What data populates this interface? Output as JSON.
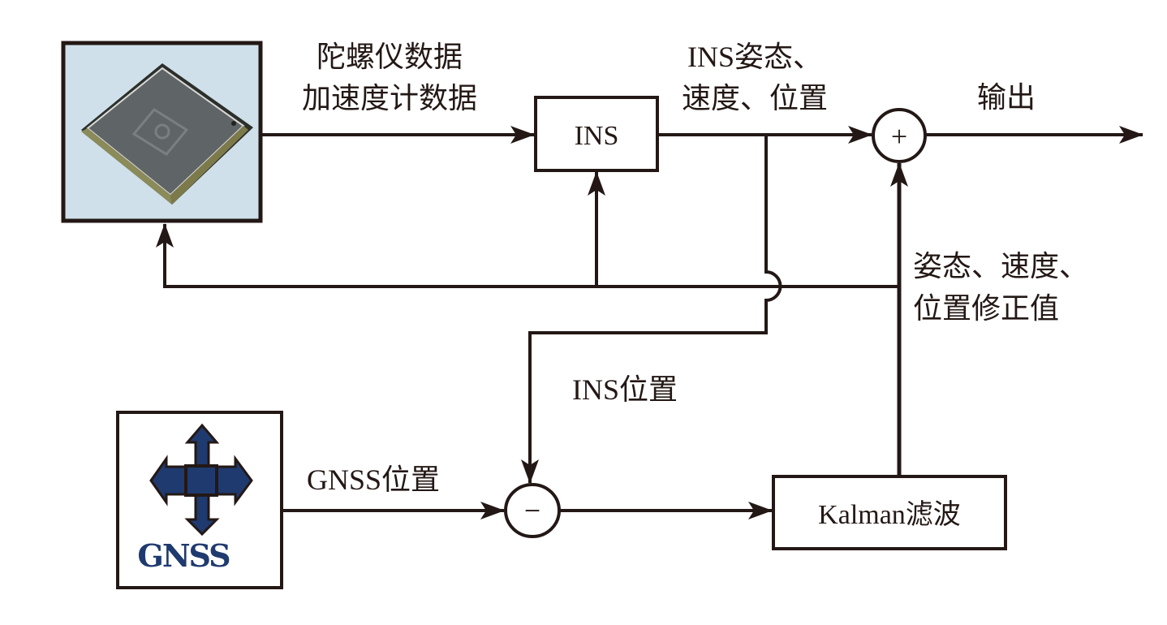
{
  "diagram": {
    "title": "INS/GNSS integrated navigation block diagram",
    "colors": {
      "line": "#231815",
      "gnss_blue": "#1f3a6e",
      "imu_bg": "#cfe0ea",
      "chip_body": "#5f6466"
    },
    "nodes": {
      "imu_image": {
        "label": "",
        "icon": "imu-chip-photo"
      },
      "ins_block": {
        "label": "INS"
      },
      "gnss_block": {
        "label": "GNSS",
        "icon": "four-way-arrow-icon"
      },
      "sum_junction": {
        "symbol": "+"
      },
      "diff_junction": {
        "symbol": "−"
      },
      "kalman_block": {
        "label": "Kalman滤波"
      }
    },
    "edge_labels": {
      "imu_to_ins_line1": "陀螺仪数据",
      "imu_to_ins_line2": "加速度计数据",
      "ins_out_line1": "INS姿态、",
      "ins_out_line2": "速度、位置",
      "output": "输出",
      "ins_position": "INS位置",
      "gnss_position": "GNSS位置",
      "correction_line1": "姿态、速度、",
      "correction_line2": "位置修正值"
    }
  }
}
